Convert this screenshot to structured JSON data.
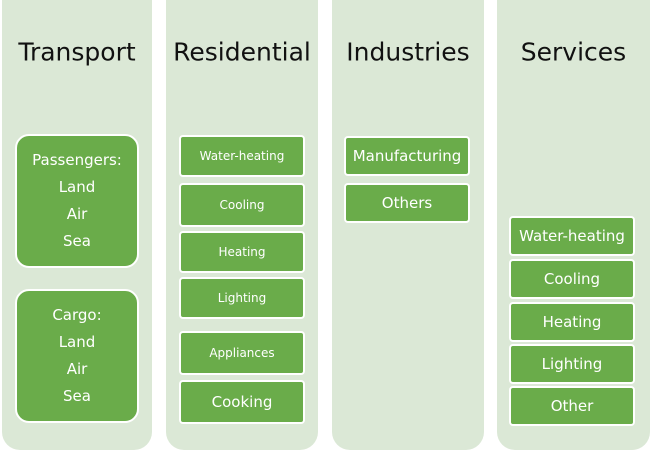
{
  "sectors": [
    {
      "title": "Transport",
      "groups": [
        {
          "items": [
            "Passengers:",
            "Land",
            "Air",
            "Sea"
          ]
        },
        {
          "items": [
            "Cargo:",
            "Land",
            "Air",
            "Sea"
          ]
        }
      ]
    },
    {
      "title": "Residential",
      "items": [
        "Water-heating",
        "Cooling",
        "Heating",
        "Lighting",
        "Appliances",
        "Cooking"
      ]
    },
    {
      "title": "Industries",
      "items": [
        "Manufacturing",
        "Others"
      ]
    },
    {
      "title": "Services",
      "items": [
        "Water-heating",
        "Cooling",
        "Heating",
        "Lighting",
        "Other"
      ]
    }
  ],
  "colors": {
    "panel": "#dbe8d6",
    "box": "#6aac4a",
    "text": "#ffffff"
  }
}
